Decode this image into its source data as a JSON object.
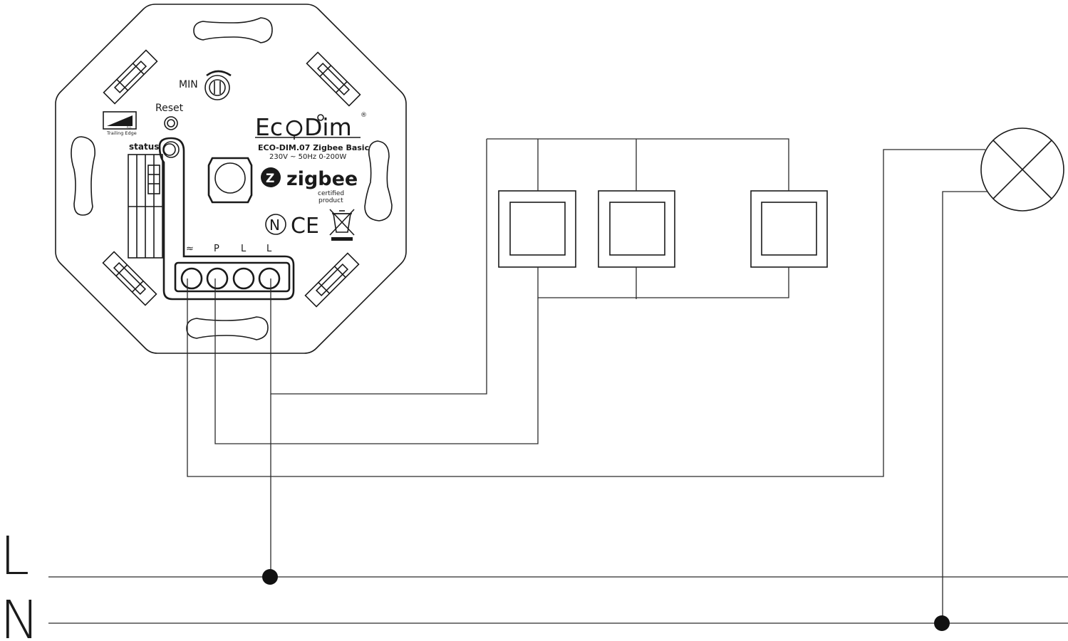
{
  "device": {
    "brand_prefix": "Ec",
    "brand_suffix": "Dim",
    "registered": "®",
    "model": "ECO-DIM.07 Zigbee Basic",
    "rating": "230V ~ 50Hz  0-200W",
    "min_label": "MIN",
    "reset_label": "Reset",
    "status_label": "status",
    "trailing_edge_label": "Trailing Edge",
    "trailing_edge_mark": "R,C",
    "zigbee_label": "zigbee",
    "zigbee_letter": "Z",
    "certified_line1": "certified",
    "certified_line2": "product",
    "terminals": [
      "≈",
      "P",
      "L",
      "L"
    ],
    "mark_n": "N",
    "mark_ce": "CE"
  },
  "rails": {
    "line": "L",
    "neutral": "N"
  },
  "components": {
    "push_buttons": 3,
    "lamp": 1
  }
}
